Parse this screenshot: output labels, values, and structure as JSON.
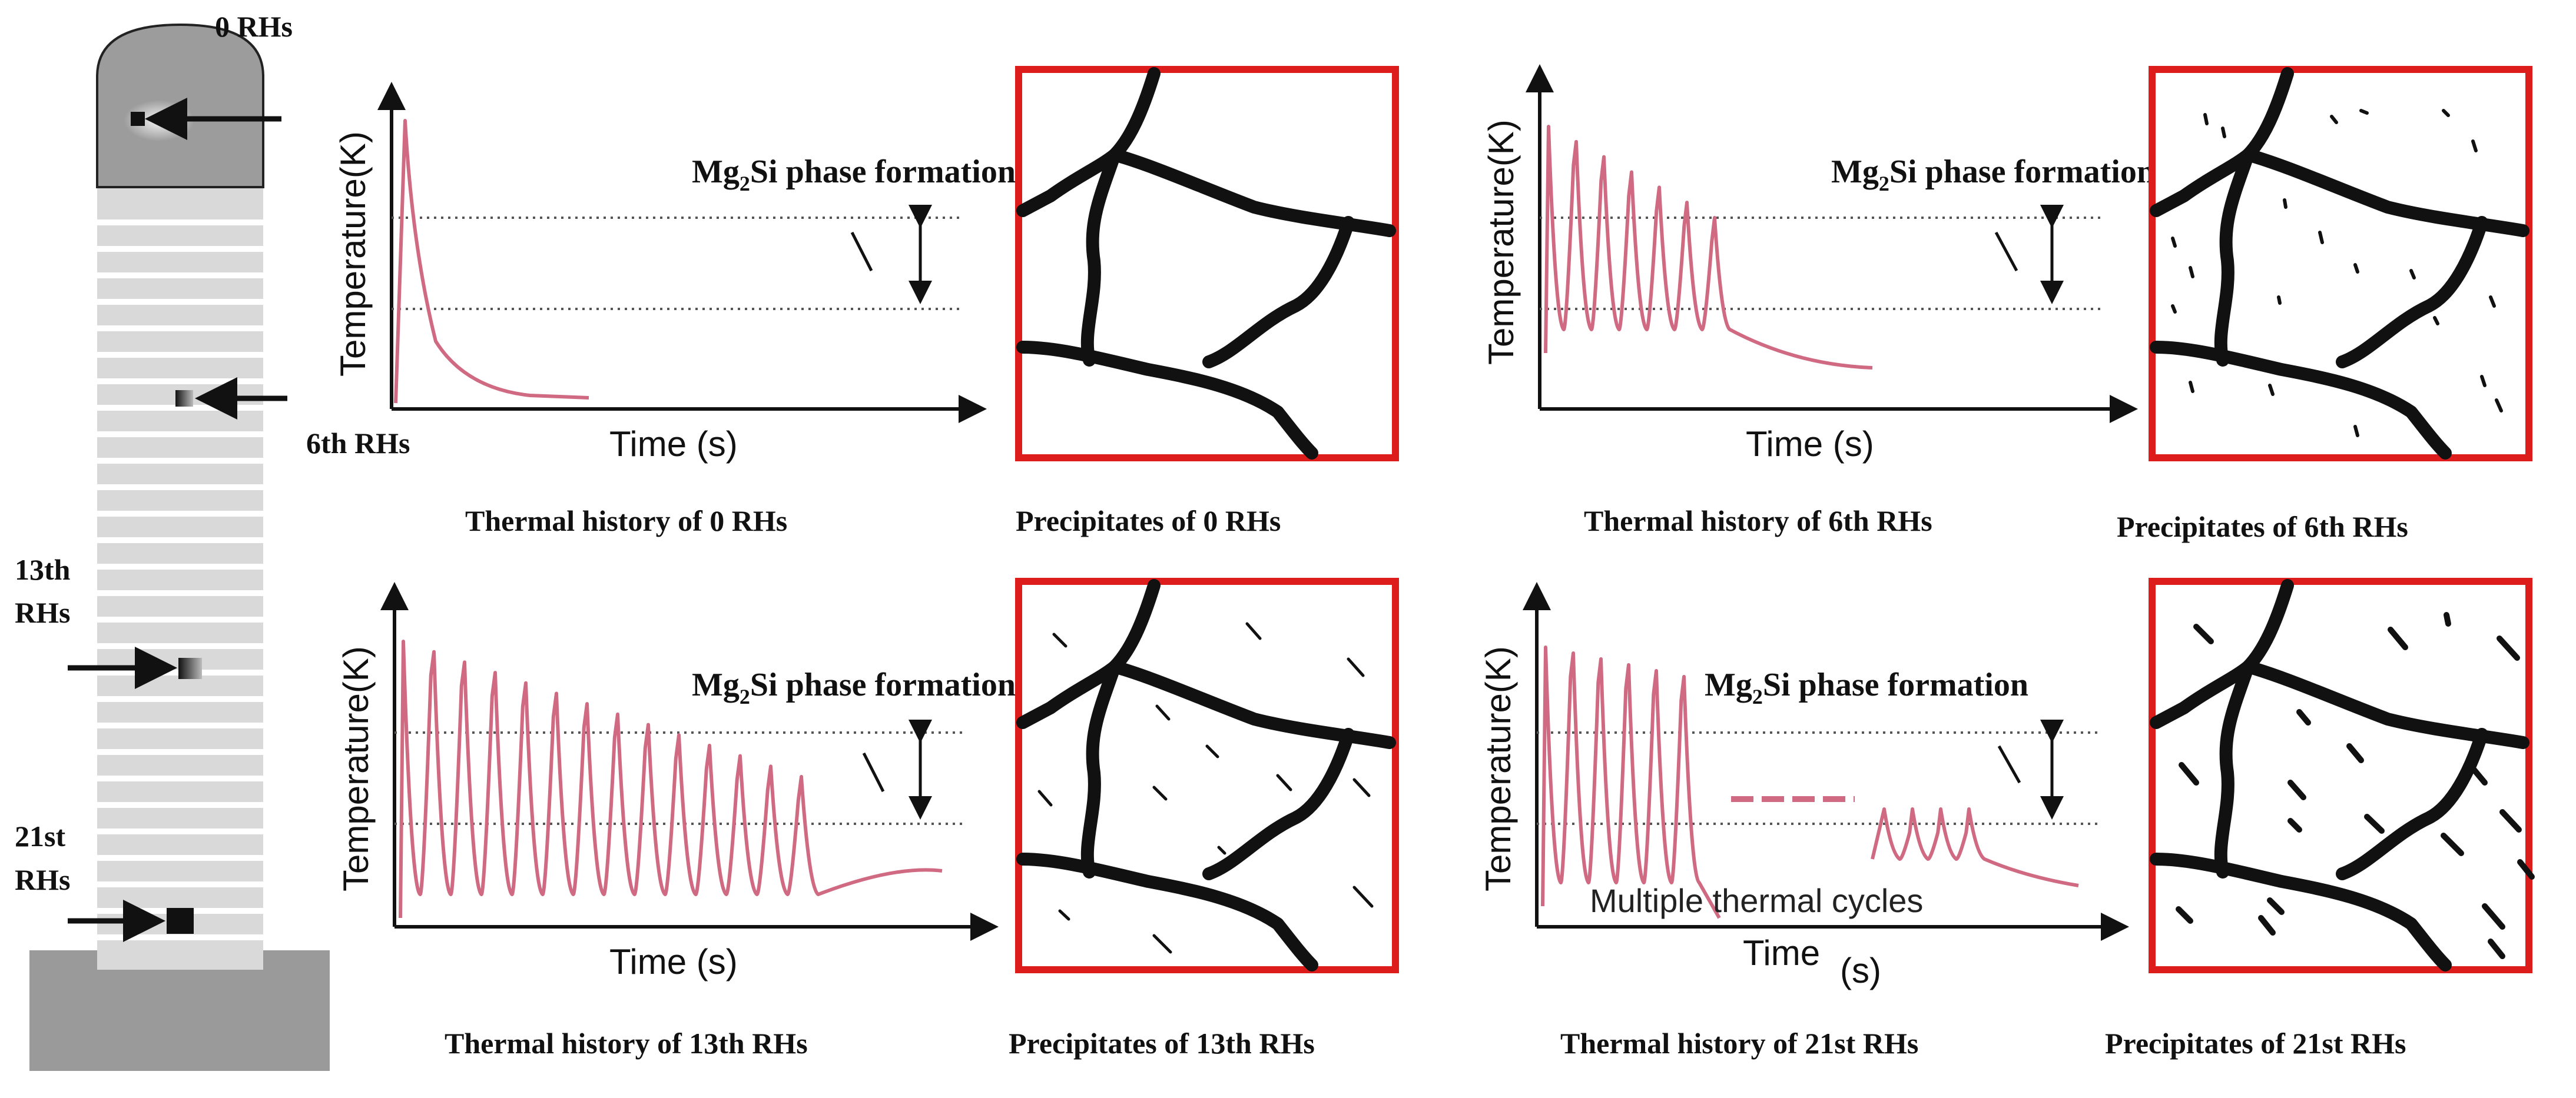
{
  "colors": {
    "curve": "#d06a82",
    "frame": "#dd1c1c",
    "ink": "#111111",
    "wall": "#d9d9d9",
    "cap": "#9c9c9c",
    "base": "#9a9a9a",
    "dotted": "#555555"
  },
  "wall": {
    "labels": {
      "l0": "0 RHs",
      "l6": "6th RHs",
      "l13a": "13th",
      "l13b": "RHs",
      "l21a": "21st",
      "l21b": "RHs"
    }
  },
  "axes": {
    "ylabel_main": "Temperature",
    "ylabel_unit": "(K)",
    "xlabel_main": "Time",
    "xlabel_unit": "(s)"
  },
  "phase": {
    "prefix": "Mg",
    "sub": "2",
    "suffix": "Si phase formation"
  },
  "panels": [
    {
      "id": "p0",
      "thermal_caption": "Thermal history of 0 RHs",
      "precip_caption": "Precipitates of 0 RHs",
      "peaks": 1
    },
    {
      "id": "p6",
      "thermal_caption": "Thermal history of 6th RHs",
      "precip_caption": "Precipitates of 6th RHs",
      "peaks": 7
    },
    {
      "id": "p13",
      "thermal_caption": "Thermal history of 13th RHs",
      "precip_caption": "Precipitates of 13th RHs",
      "peaks": 14
    },
    {
      "id": "p21",
      "thermal_caption": "Thermal history of 21st RHs",
      "precip_caption": "Precipitates of 21st RHs",
      "peaks": 10,
      "note": "Multiple thermal cycles"
    }
  ]
}
